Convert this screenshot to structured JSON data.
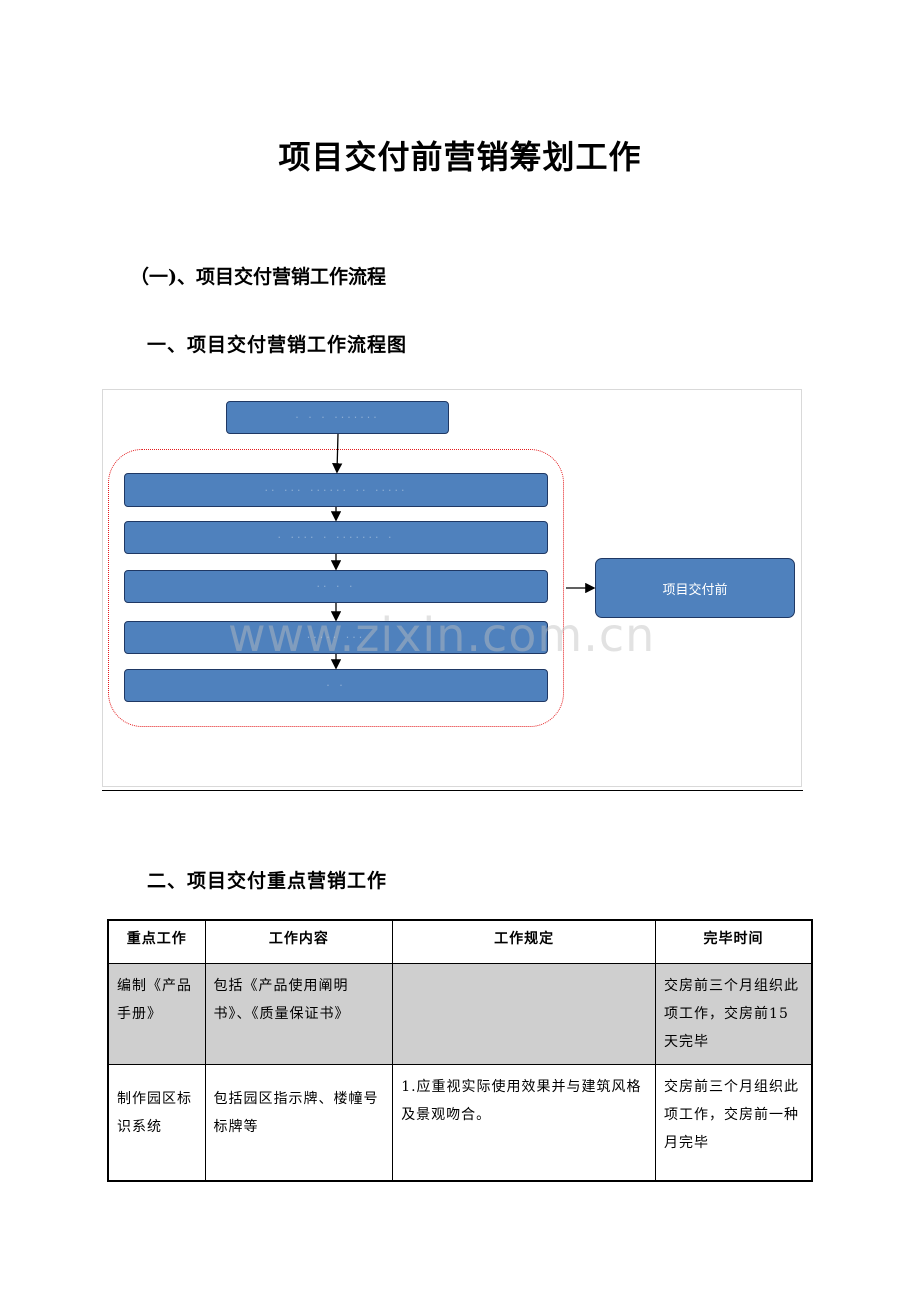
{
  "doc": {
    "title": "项目交付前营销筹划工作",
    "section_1": "（一)、项目交付营销工作流程",
    "subsection_1": "一、项目交付营销工作流程图",
    "subsection_2": "二、项目交付重点营销工作"
  },
  "flowchart": {
    "right_box": "项目交付前",
    "watermark": "www.zixin.com.cn"
  },
  "table": {
    "headers": [
      "重点工作",
      "工作内容",
      "工作规定",
      "完毕时间"
    ],
    "rows": [
      [
        "编制《产品手册》",
        "包括《产品使用阐明书》、《质量保证书》",
        "",
        "交房前三个月组织此项工作，交房前15天完毕"
      ],
      [
        "制作园区标识系统",
        "包括园区指示牌、楼幢号标牌等",
        "1.应重视实际使用效果并与建筑风格及景观吻合。",
        "交房前三个月组织此项工作，交房前一种月完毕"
      ]
    ]
  },
  "colors": {
    "box_fill": "#4f81bd",
    "box_border": "#1f3864",
    "dashed_outline": "#e31a1c",
    "table_highlight": "#cfcfcf"
  }
}
